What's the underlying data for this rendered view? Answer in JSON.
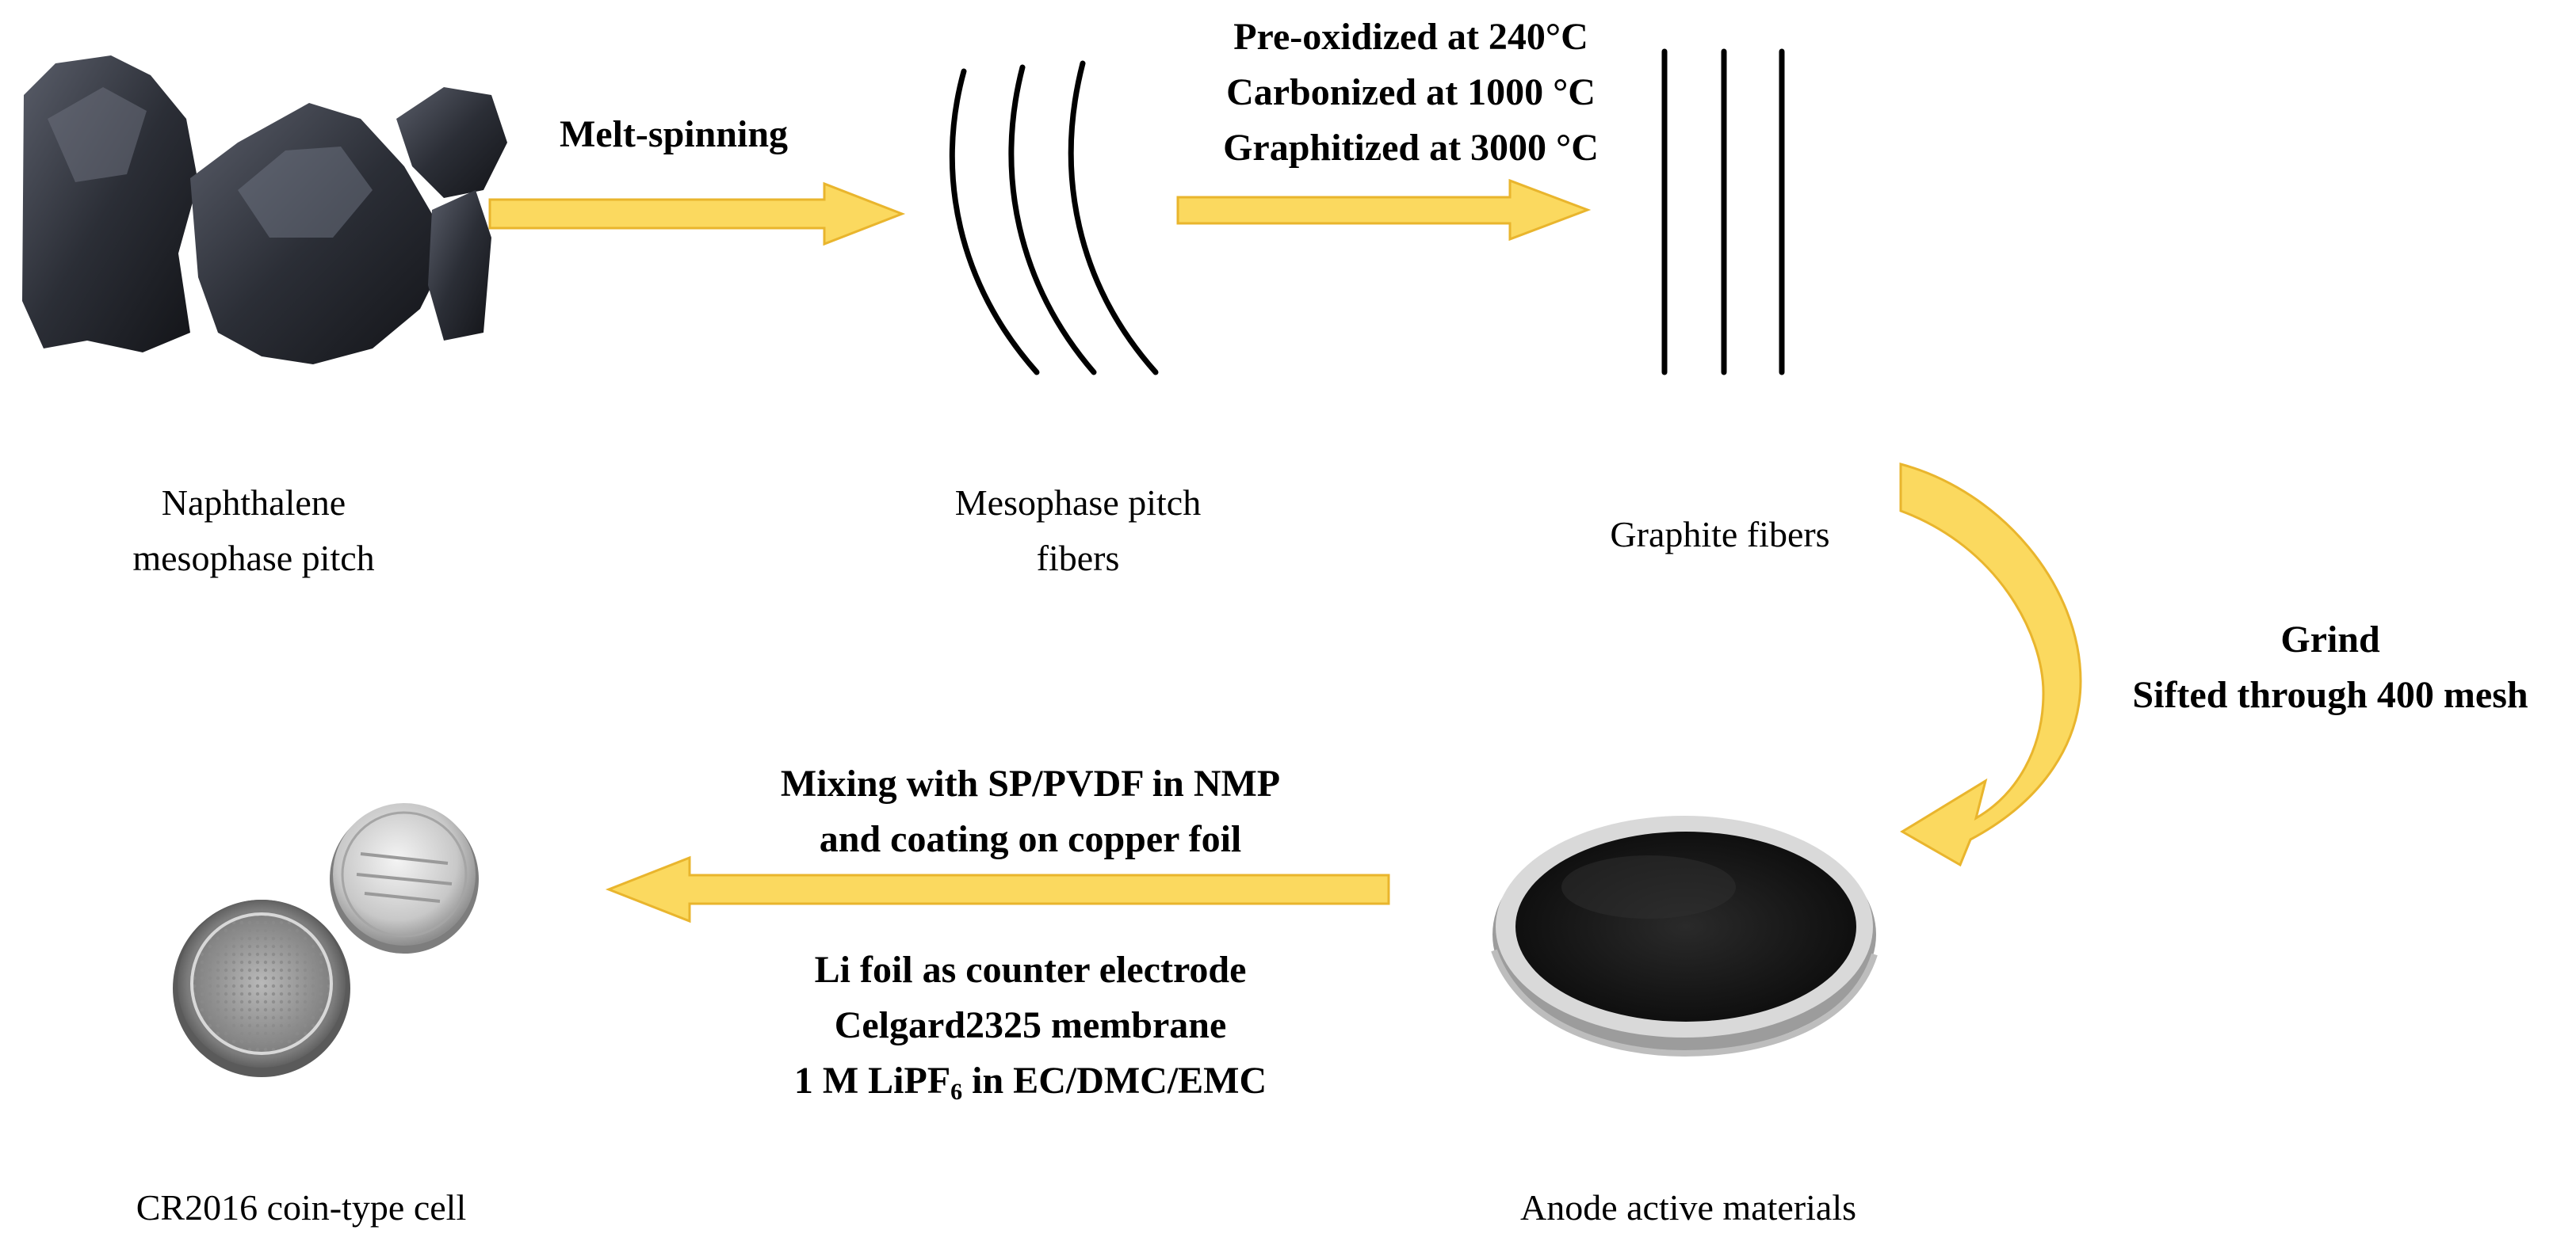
{
  "steps": {
    "pitch_label_1": "Naphthalene",
    "pitch_label_2": "mesophase pitch",
    "fibers_label_1": "Mesophase pitch",
    "fibers_label_2": "fibers",
    "graphite_label": "Graphite fibers",
    "anode_label": "Anode active materials",
    "cell_label": "CR2016 coin-type cell"
  },
  "arrows": {
    "melt_spinning": "Melt-spinning",
    "heat_treatment": [
      "Pre-oxidized at 240°C",
      "Carbonized at 1000 °C",
      "Graphitized at 3000 °C"
    ],
    "grind": [
      "Grind",
      "Sifted through 400 mesh"
    ],
    "mixing": [
      "Mixing with SP/PVDF in NMP",
      "and  coating on copper foil"
    ],
    "assembly": {
      "line1": "Li foil as counter electrode",
      "line2": "Celgard2325 membrane",
      "line3_prefix": "1 M LiPF",
      "line3_sub": "6",
      "line3_suffix": " in EC/DMC/EMC"
    }
  },
  "colors": {
    "arrow_fill": "#FBD95F",
    "arrow_stroke": "#E9B52D",
    "fiber": "#000000"
  }
}
